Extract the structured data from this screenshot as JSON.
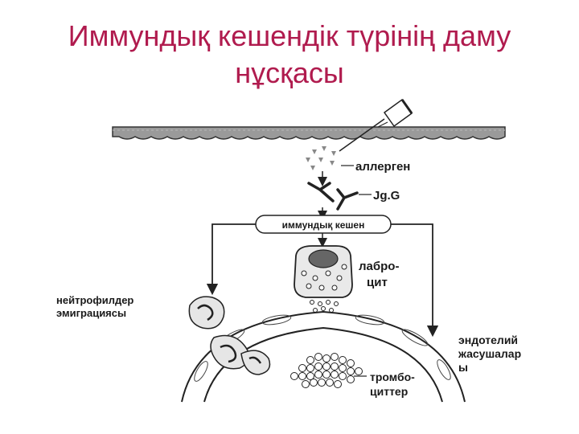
{
  "slide": {
    "title_line1": "Иммундық кешендік түрінің даму",
    "title_line2": "нұсқасы",
    "title_color": "#b01b4e"
  },
  "diagram": {
    "labels": {
      "allergen": "аллерген",
      "igg": "Jg.G",
      "immune_complex": "иммундық кешен",
      "labrocyte_line1": "лабро-",
      "labrocyte_line2": "цит",
      "neutrophil_line1": "нейтрофилдер",
      "neutrophil_line2": "эмиграциясы",
      "endothelial_line1": "эндотелий",
      "endothelial_line2": "жасушалар",
      "endothelial_line3": "ы",
      "thrombo_line1": "тромбо-",
      "thrombo_line2": "циттер"
    },
    "icons": [
      "syringe-icon",
      "skin-layer",
      "antibody-icon",
      "mast-cell-icon",
      "neutrophil-icon",
      "platelet-cluster",
      "blood-vessel"
    ]
  }
}
